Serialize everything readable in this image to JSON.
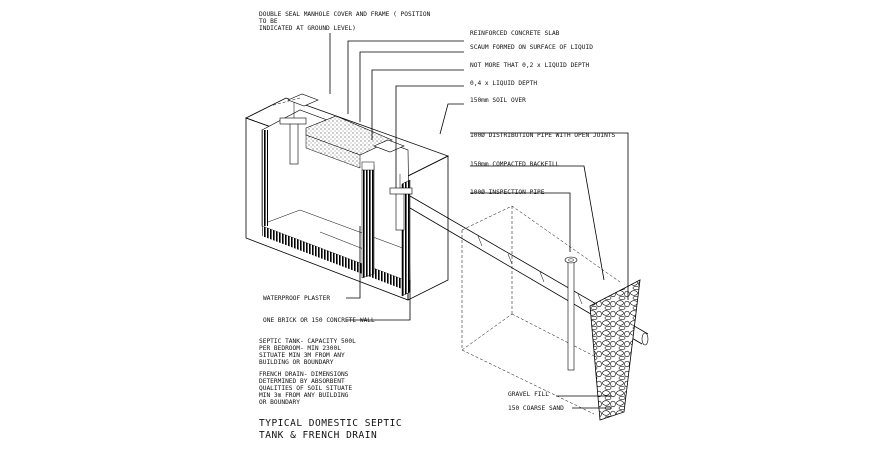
{
  "labels": {
    "manhole_1": "DOUBLE SEAL MANHOLE COVER AND FRAME ( POSITION",
    "manhole_2": "TO BE",
    "manhole_3": "INDICATED AT GROUND LEVEL)",
    "slab": "REINFORCED CONCRETE SLAB",
    "scum": "SCAUM FORMED ON SURFACE OF LIQUID",
    "not_more": "NOT MORE THAT 0,2 x LIQUID DEPTH",
    "liquid_depth": "0,4 x LIQUID DEPTH",
    "soil_over": "150mm SOIL OVER",
    "dist_pipe": "100Ø DISTRIBUTION PIPE WITH OPEN JOINTS",
    "backfill": "150mm COMPACTED BACKFILL",
    "inspection": "100Ø INSPECTION PIPE",
    "plaster": "WATERPROOF PLASTER",
    "wall": "ONE BRICK OR 150 CONCRETE WALL",
    "septic_1": "SEPTIC TANK- CAPACITY 500L",
    "septic_2": "PER BEDROOM- MIN 2300L",
    "septic_3": "SITUATE MIN 3M FROM ANY",
    "septic_4": "BUILDING OR BOUNDARY",
    "french_1": "FRENCH DRAIN- DIMENSIONS",
    "french_2": "DETERMINED BY ABSORBENT",
    "french_3": "QUALITIES OF SOIL SITUATE",
    "french_4": "MIN 3m FROM ANY BUILDING",
    "french_5": "OR BOUNDARY",
    "gravel": "GRAVEL FILL",
    "sand": "150 COARSE SAND",
    "title_1": "TYPICAL DOMESTIC SEPTIC",
    "title_2": "TANK & FRENCH DRAIN"
  }
}
